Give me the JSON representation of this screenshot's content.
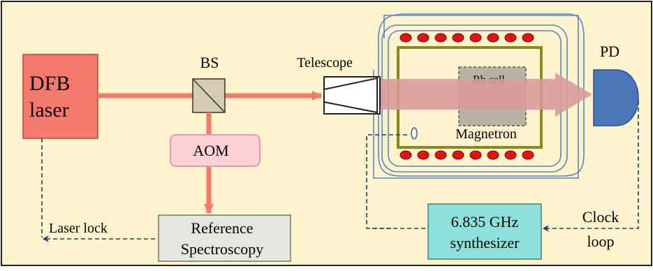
{
  "labels": {
    "dfb_line1": "DFB",
    "dfb_line2": "laser",
    "bs": "BS",
    "telescope": "Telescope",
    "aom": "AOM",
    "ref_line1": "Reference",
    "ref_line2": "Spectroscopy",
    "laser_lock": "Laser lock",
    "rb_cell": "Rb cell",
    "magnetron": "Magnetron",
    "pd": "PD",
    "synth_line1": "6.835 GHz",
    "synth_line2": "synthesizer",
    "clock_line1": "Clock",
    "clock_line2": "loop"
  },
  "colors": {
    "background": "#fdf3cc",
    "laser_box": "#f47a6b",
    "beam": "#f47a6b",
    "wide_beam": "#d99a9a",
    "aom_fill": "#fbd3d6",
    "reference_fill": "#e3e7df",
    "synth_fill": "#8de0dc",
    "pd_fill": "#4a78b8",
    "shield": "#5b86c2",
    "cavity": "#8a8a1c",
    "rb_cell": "#b9b1a3",
    "coil_dot": "#e01414",
    "dashed_line": "#1f3a6b"
  }
}
